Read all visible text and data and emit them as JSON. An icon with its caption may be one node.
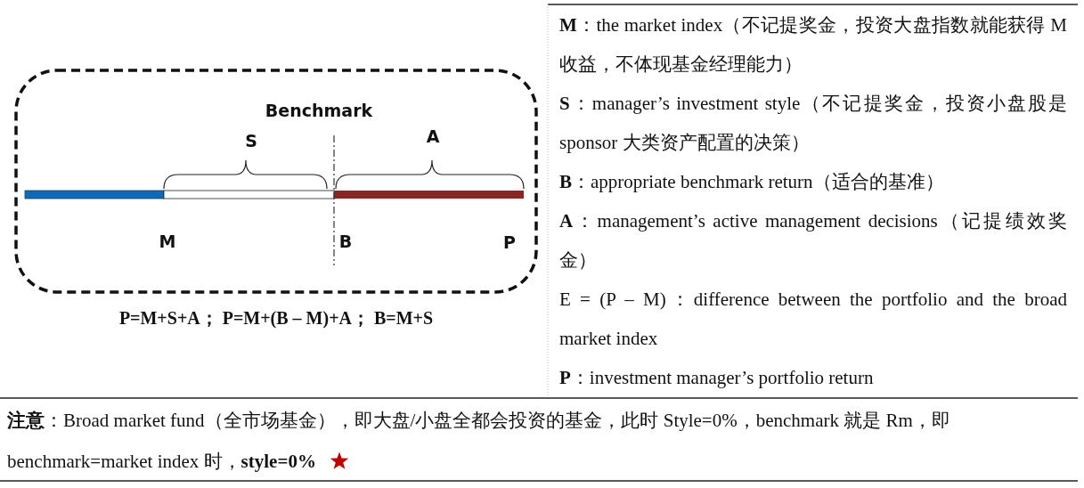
{
  "diagram": {
    "labels": [
      "Benchmark",
      "S",
      "A",
      "M",
      "B",
      "P",
      "P=M+S+A； P=M+(B – M)+A； B=M+S",
      "**M**：the market index（不记提奖金，投资大盘指数就能获得 M 收益，不体现基金经理能力）",
      "**S**：manager’s investment style（不记提奖金，投资小盘股是 sponsor 大类资产配置的决策）",
      "**B**：appropriate benchmark return（适合的基准）",
      "**A**：management’s active management decisions（记提绩效奖金）",
      "E = (P – M)：difference between the portfolio and the broad market index",
      "**P**：investment manager’s portfolio return",
      "**注意**：Broad market fund（全市场基金），即大盘/小盘全都会投资的基金，此时 Style=0%，benchmark 就是 Rm，即 benchmark=market index 时，**style=0%**"
    ]
  }
}
